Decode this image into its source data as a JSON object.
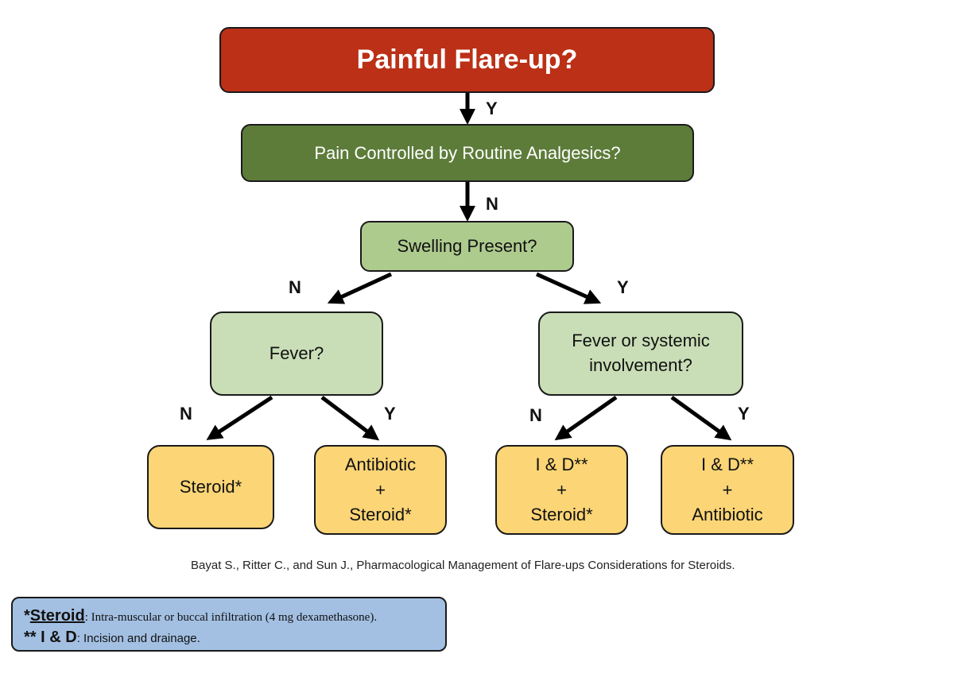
{
  "nodes": {
    "painful_flareup": "Painful Flare-up?",
    "pain_controlled": "Pain Controlled by Routine Analgesics?",
    "swelling_present": "Swelling Present?",
    "fever": "Fever?",
    "fever_systemic": [
      "Fever or systemic",
      "involvement?"
    ],
    "outcome_steroid": [
      "Steroid*"
    ],
    "outcome_antibiotic_steroid": [
      "Antibiotic",
      "+",
      "Steroid*"
    ],
    "outcome_id_steroid": [
      "I & D**",
      "+",
      "Steroid*"
    ],
    "outcome_id_antibiotic": [
      "I & D**",
      "+",
      "Antibiotic"
    ]
  },
  "edges": {
    "flareup_to_pain": "Y",
    "pain_to_swelling": "N",
    "swelling_to_fever": "N",
    "swelling_to_systemic": "Y",
    "fever_to_steroid": "N",
    "fever_to_antibiotic": "Y",
    "systemic_to_id_steroid": "N",
    "systemic_to_id_antibiotic": "Y"
  },
  "citation": "Bayat S., Ritter C., and Sun J., Pharmacological Management of Flare-ups Considerations for Steroids.",
  "legend": {
    "steroid_marker": "*",
    "steroid_term": "Steroid",
    "steroid_def": ": Intra-muscular or buccal infiltration (4 mg dexamethasone).",
    "id_marker": "** ",
    "id_term": "I & D",
    "id_def": ": Incision and drainage."
  },
  "colors": {
    "top_box": "#bb3016",
    "second_box": "#5d7c3a",
    "swelling_box": "#aecb8e",
    "question_box": "#c9deb7",
    "outcome_box": "#fbd576",
    "legend_box": "#a3c0e3"
  }
}
